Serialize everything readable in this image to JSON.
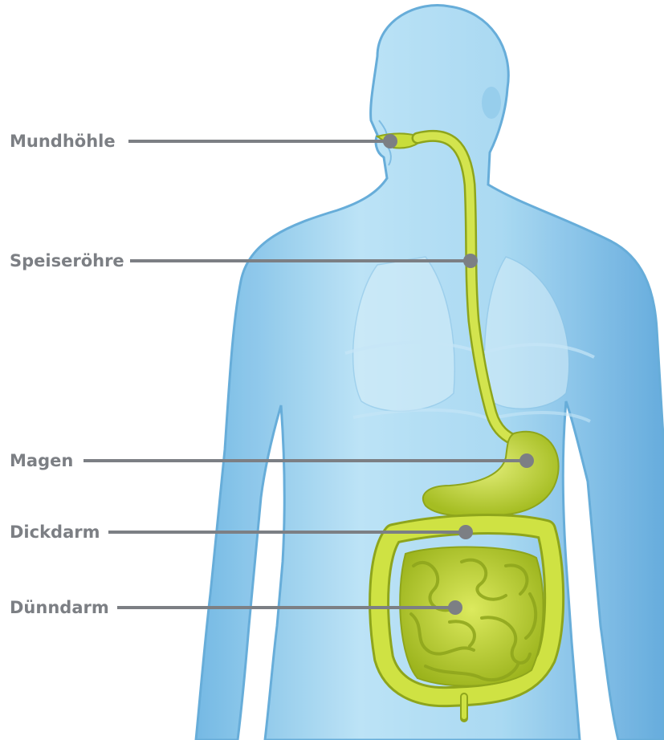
{
  "labels": {
    "mundhoehle": "Mundhöhle",
    "speiseroehre": "Speiseröhre",
    "magen": "Magen",
    "dickdarm": "Dickdarm",
    "duenndarm": "Dünndarm"
  },
  "colors": {
    "label_text": "#7c7f84",
    "leader_line": "#7c7f84",
    "body": "#9dd3f0",
    "body_outline": "#5fa9d8",
    "organ": "#c8dd3a",
    "organ_dark": "#8ea51c"
  }
}
